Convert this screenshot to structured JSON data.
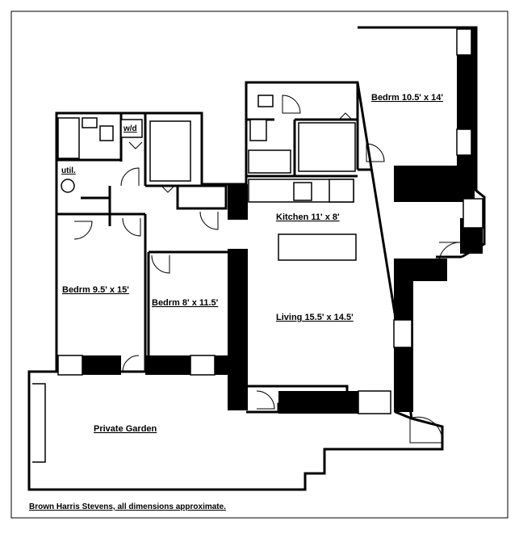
{
  "rooms": {
    "bedroom_large": "Bedrm 10.5' x 14'",
    "kitchen": "Kitchen 11' x 8'",
    "bedroom_left": "Bedrm 9.5' x 15'",
    "bedroom_middle": "Bedrm 8' x 11.5'",
    "living": "Living 15.5' x 14.5'",
    "garden": "Private Garden"
  },
  "fixtures": {
    "washer_dryer": "w/d",
    "utility": "util."
  },
  "credit": "Brown Harris Stevens, all dimensions approximate."
}
